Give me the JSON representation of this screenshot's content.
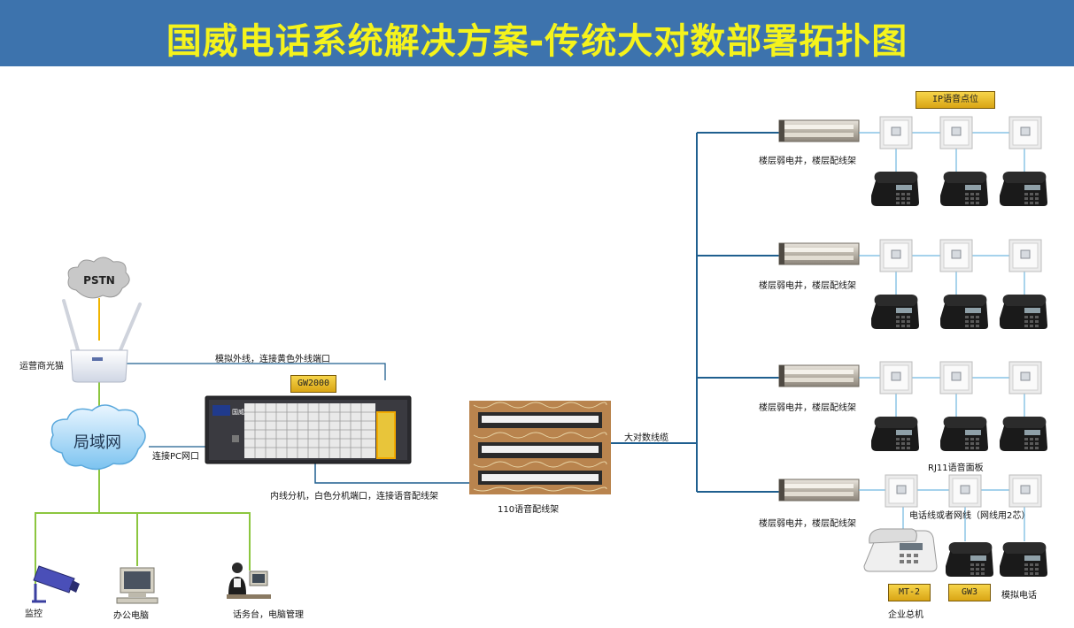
{
  "title": "国威电话系统解决方案-传统大对数部署拓扑图",
  "colors": {
    "banner": "#3d73ad",
    "title_text": "#f5f31c",
    "trunk_line": "#1f5f8f",
    "lan_line": "#8cc63f",
    "pstn_line": "#f0b400",
    "tag_fill": "#e8bd2a"
  },
  "nodes": {
    "pstn": "PSTN",
    "isp_modem": "运营商光猫",
    "lan": "局域网",
    "pbx_tag": "GW2000",
    "pbx_badge": "国威",
    "mdf": "110语音配线架",
    "floor_rack": "楼层弱电井，楼层配线架",
    "ip_point_tag": "IP语音点位",
    "rj11_panel": "RJ11语音面板",
    "cable_note": "电话线或者网线（网线用2芯）",
    "enterprise_phone_tag": "MT-2",
    "enterprise_phone": "企业总机",
    "gw3_tag": "GW3",
    "analog_phone": "模拟电话",
    "monitor": "监控",
    "office_pc": "办公电脑",
    "operator": "话务台，电脑管理"
  },
  "links": {
    "analog_trunk": "模拟外线，连接黄色外线端口",
    "pc_port": "连接PC网口",
    "extension": "内线分机，白色分机端口，连接语音配线架",
    "bulk_cable": "大对数线缆"
  },
  "floors": [
    {
      "rack_label": "楼层弱电井，楼层配线架"
    },
    {
      "rack_label": "楼层弱电井，楼层配线架"
    },
    {
      "rack_label": "楼层弱电井，楼层配线架"
    },
    {
      "rack_label": "楼层弱电井，楼层配线架"
    }
  ]
}
